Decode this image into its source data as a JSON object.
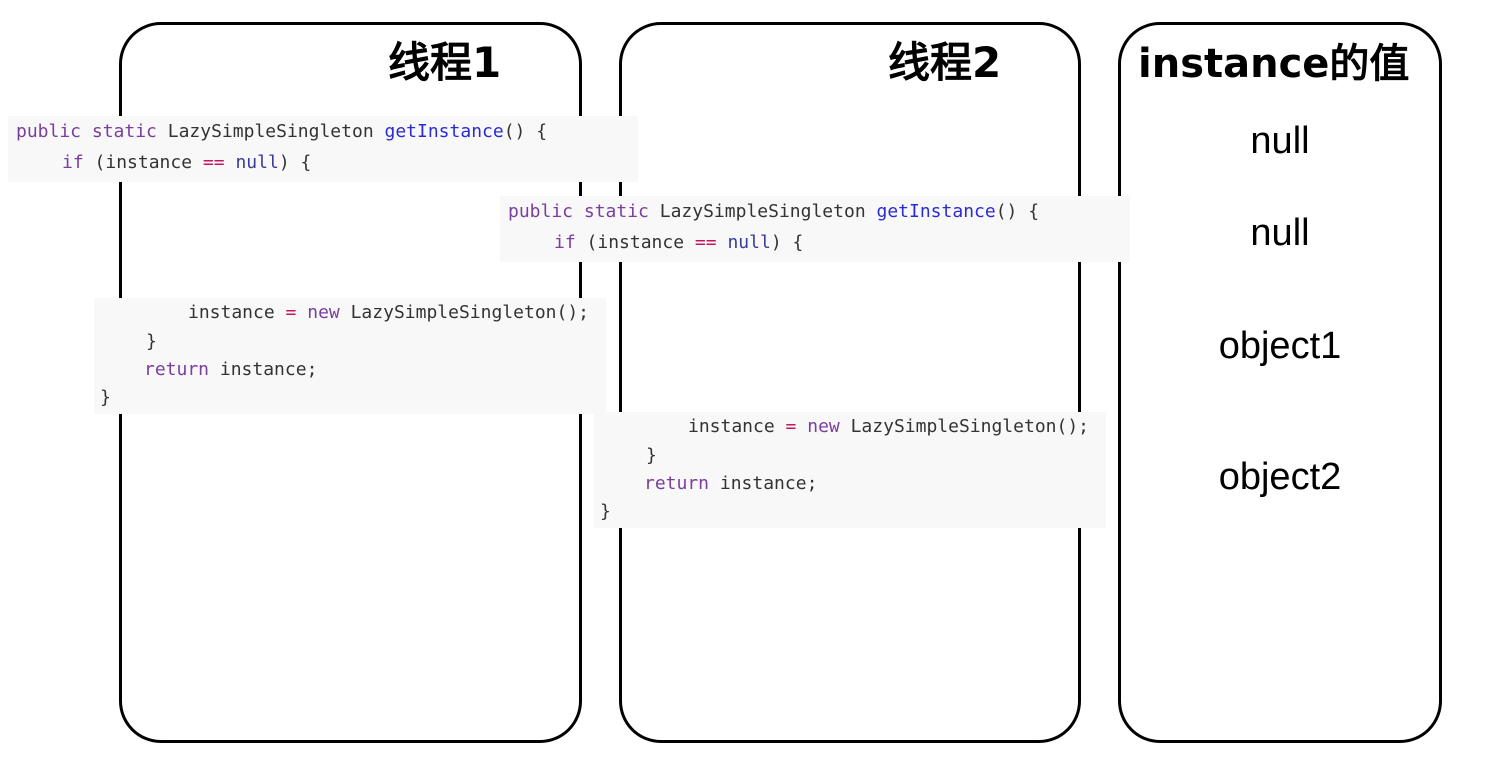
{
  "columns": {
    "thread1": {
      "title": "线程1"
    },
    "thread2": {
      "title": "线程2"
    },
    "values": {
      "title": "instance的值"
    }
  },
  "code": {
    "enter": {
      "signature": {
        "kw_public": "public",
        "kw_static": "static",
        "type": "LazySimpleSingleton",
        "method": "getInstance",
        "rest": "() {"
      },
      "if_line": {
        "kw_if": "if",
        "open": "(instance",
        "op": "==",
        "null": "null",
        "close": ") {"
      }
    },
    "create": {
      "assign": {
        "lhs": "instance",
        "op": "=",
        "kw_new": "new",
        "ctor": "LazySimpleSingleton();"
      },
      "close_if": "}",
      "return_line": {
        "kw_return": "return",
        "rest": "instance;"
      },
      "close_method": "}"
    }
  },
  "values": [
    "null",
    "null",
    "object1",
    "object2"
  ]
}
